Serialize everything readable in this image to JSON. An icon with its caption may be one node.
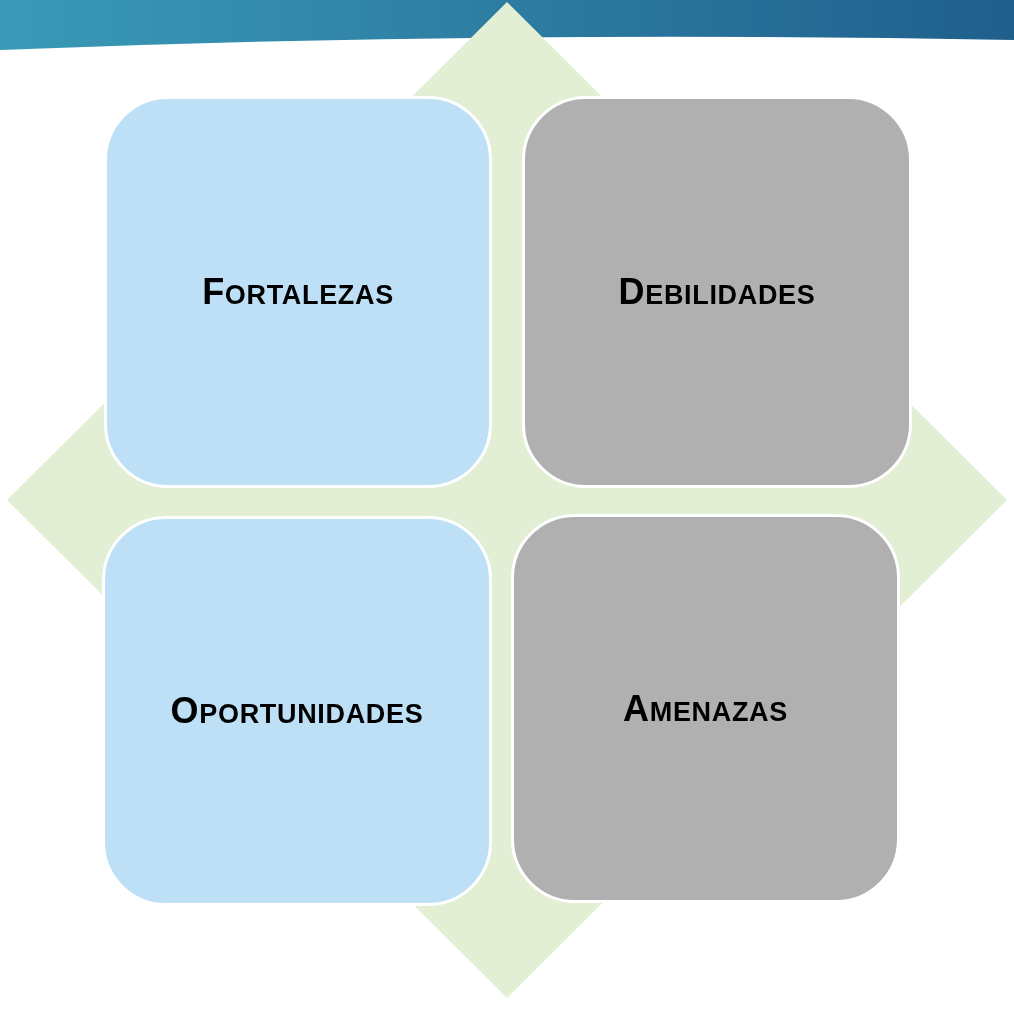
{
  "diagram": {
    "nodes": [
      {
        "text": [
          "FORTALEZAS"
        ]
      },
      {
        "text": [
          "DEBILIDADES"
        ]
      },
      {
        "text": [
          "OPORTUNIDADES"
        ]
      },
      {
        "text": [
          "AMENAZAS"
        ]
      }
    ]
  }
}
